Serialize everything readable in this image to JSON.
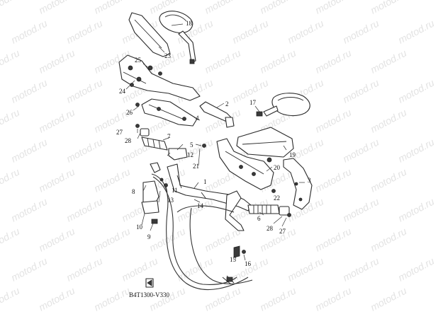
{
  "watermark": "motod.ru",
  "diagram_code": "B4T1300-V330",
  "callouts": [
    "1",
    "2",
    "3",
    "4",
    "5",
    "6",
    "7",
    "8",
    "9",
    "10",
    "11",
    "12",
    "13",
    "14",
    "15",
    "16",
    "17",
    "18",
    "19",
    "20",
    "21",
    "22",
    "23",
    "24",
    "25",
    "26",
    "27",
    "28"
  ],
  "colors": {
    "line": "#2a2a2a",
    "watermark": "#e3e3e3",
    "background": "#ffffff"
  }
}
